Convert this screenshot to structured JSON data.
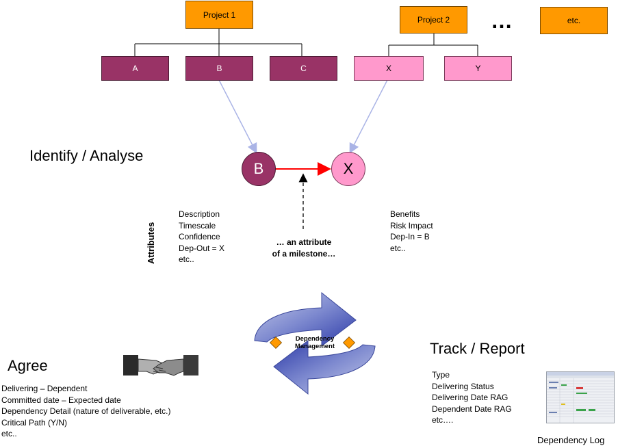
{
  "hierarchy": {
    "project1": {
      "label": "Project 1",
      "children": [
        "A",
        "B",
        "C"
      ]
    },
    "project2": {
      "label": "Project 2",
      "children": [
        "X",
        "Y"
      ]
    },
    "ellipsis": "…",
    "etc_box": "etc."
  },
  "analyse": {
    "heading": "Identify / Analyse",
    "node_b": "B",
    "node_x": "X",
    "attributes_label": "Attributes",
    "out_attributes": [
      "Description",
      "Timescale",
      "Confidence",
      "Dep-Out = X",
      "etc.."
    ],
    "in_attributes": [
      "Benefits",
      "Risk Impact",
      "Dep-In = B",
      "etc.."
    ],
    "milestone_note": [
      "… an attribute",
      "of a milestone…"
    ]
  },
  "cycle": {
    "label_line1": "Dependency",
    "label_line2": "Management"
  },
  "agree": {
    "heading": "Agree",
    "items": [
      "Delivering – Dependent",
      "Committed date – Expected date",
      "Dependency Detail (nature of deliverable, etc.)",
      "Critical Path (Y/N)",
      "etc.."
    ],
    "icon": "handshake-icon"
  },
  "track": {
    "heading": "Track / Report",
    "items": [
      "Type",
      "Delivering Status",
      "Delivering Date RAG",
      "Dependent Date RAG",
      "etc…."
    ],
    "log_caption": "Dependency Log",
    "icon": "spreadsheet-thumbnail-icon"
  },
  "colors": {
    "orange": "#ff9900",
    "plum": "#993366",
    "pink": "#ff99cc",
    "cycle_blue": "#5a6bc0",
    "arrow_red": "#ff0000",
    "connector_blue": "#aab4e6",
    "diamond": "#ff9900"
  }
}
